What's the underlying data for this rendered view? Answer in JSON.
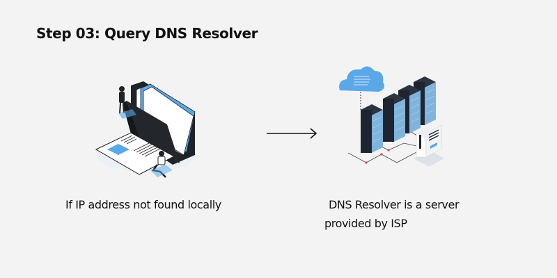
{
  "title": "Step 03: Query DNS Resolver",
  "left": {
    "illustration": "folder-documents-people-illustration",
    "caption": "If IP address not found locally"
  },
  "connector": {
    "icon": "arrow-right-icon"
  },
  "right": {
    "illustration": "server-racks-cloud-illustration",
    "caption_line1": "DNS Resolver is a server",
    "caption_line2": "provided by ISP"
  },
  "colors": {
    "background": "#f3f3f3",
    "text": "#111111",
    "accent_blue": "#5aa8e8",
    "dark": "#1f2530"
  }
}
